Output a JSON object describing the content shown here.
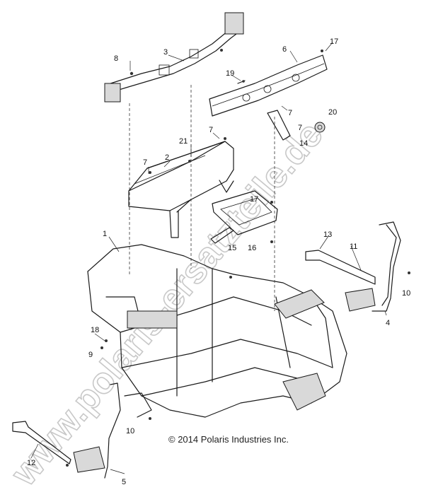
{
  "copyright": "© 2014 Polaris Industries Inc.",
  "watermark": "www.polaris-ersatzteile.de",
  "callouts": [
    {
      "label": "1"
    },
    {
      "label": "2"
    },
    {
      "label": "3"
    },
    {
      "label": "4"
    },
    {
      "label": "5"
    },
    {
      "label": "6"
    },
    {
      "label": "7"
    },
    {
      "label": "7"
    },
    {
      "label": "7"
    },
    {
      "label": "7"
    },
    {
      "label": "8"
    },
    {
      "label": "9"
    },
    {
      "label": "10"
    },
    {
      "label": "10"
    },
    {
      "label": "11"
    },
    {
      "label": "12"
    },
    {
      "label": "13"
    },
    {
      "label": "14"
    },
    {
      "label": "15"
    },
    {
      "label": "16"
    },
    {
      "label": "17"
    },
    {
      "label": "17"
    },
    {
      "label": "18"
    },
    {
      "label": "19"
    },
    {
      "label": "20"
    },
    {
      "label": "21"
    }
  ]
}
